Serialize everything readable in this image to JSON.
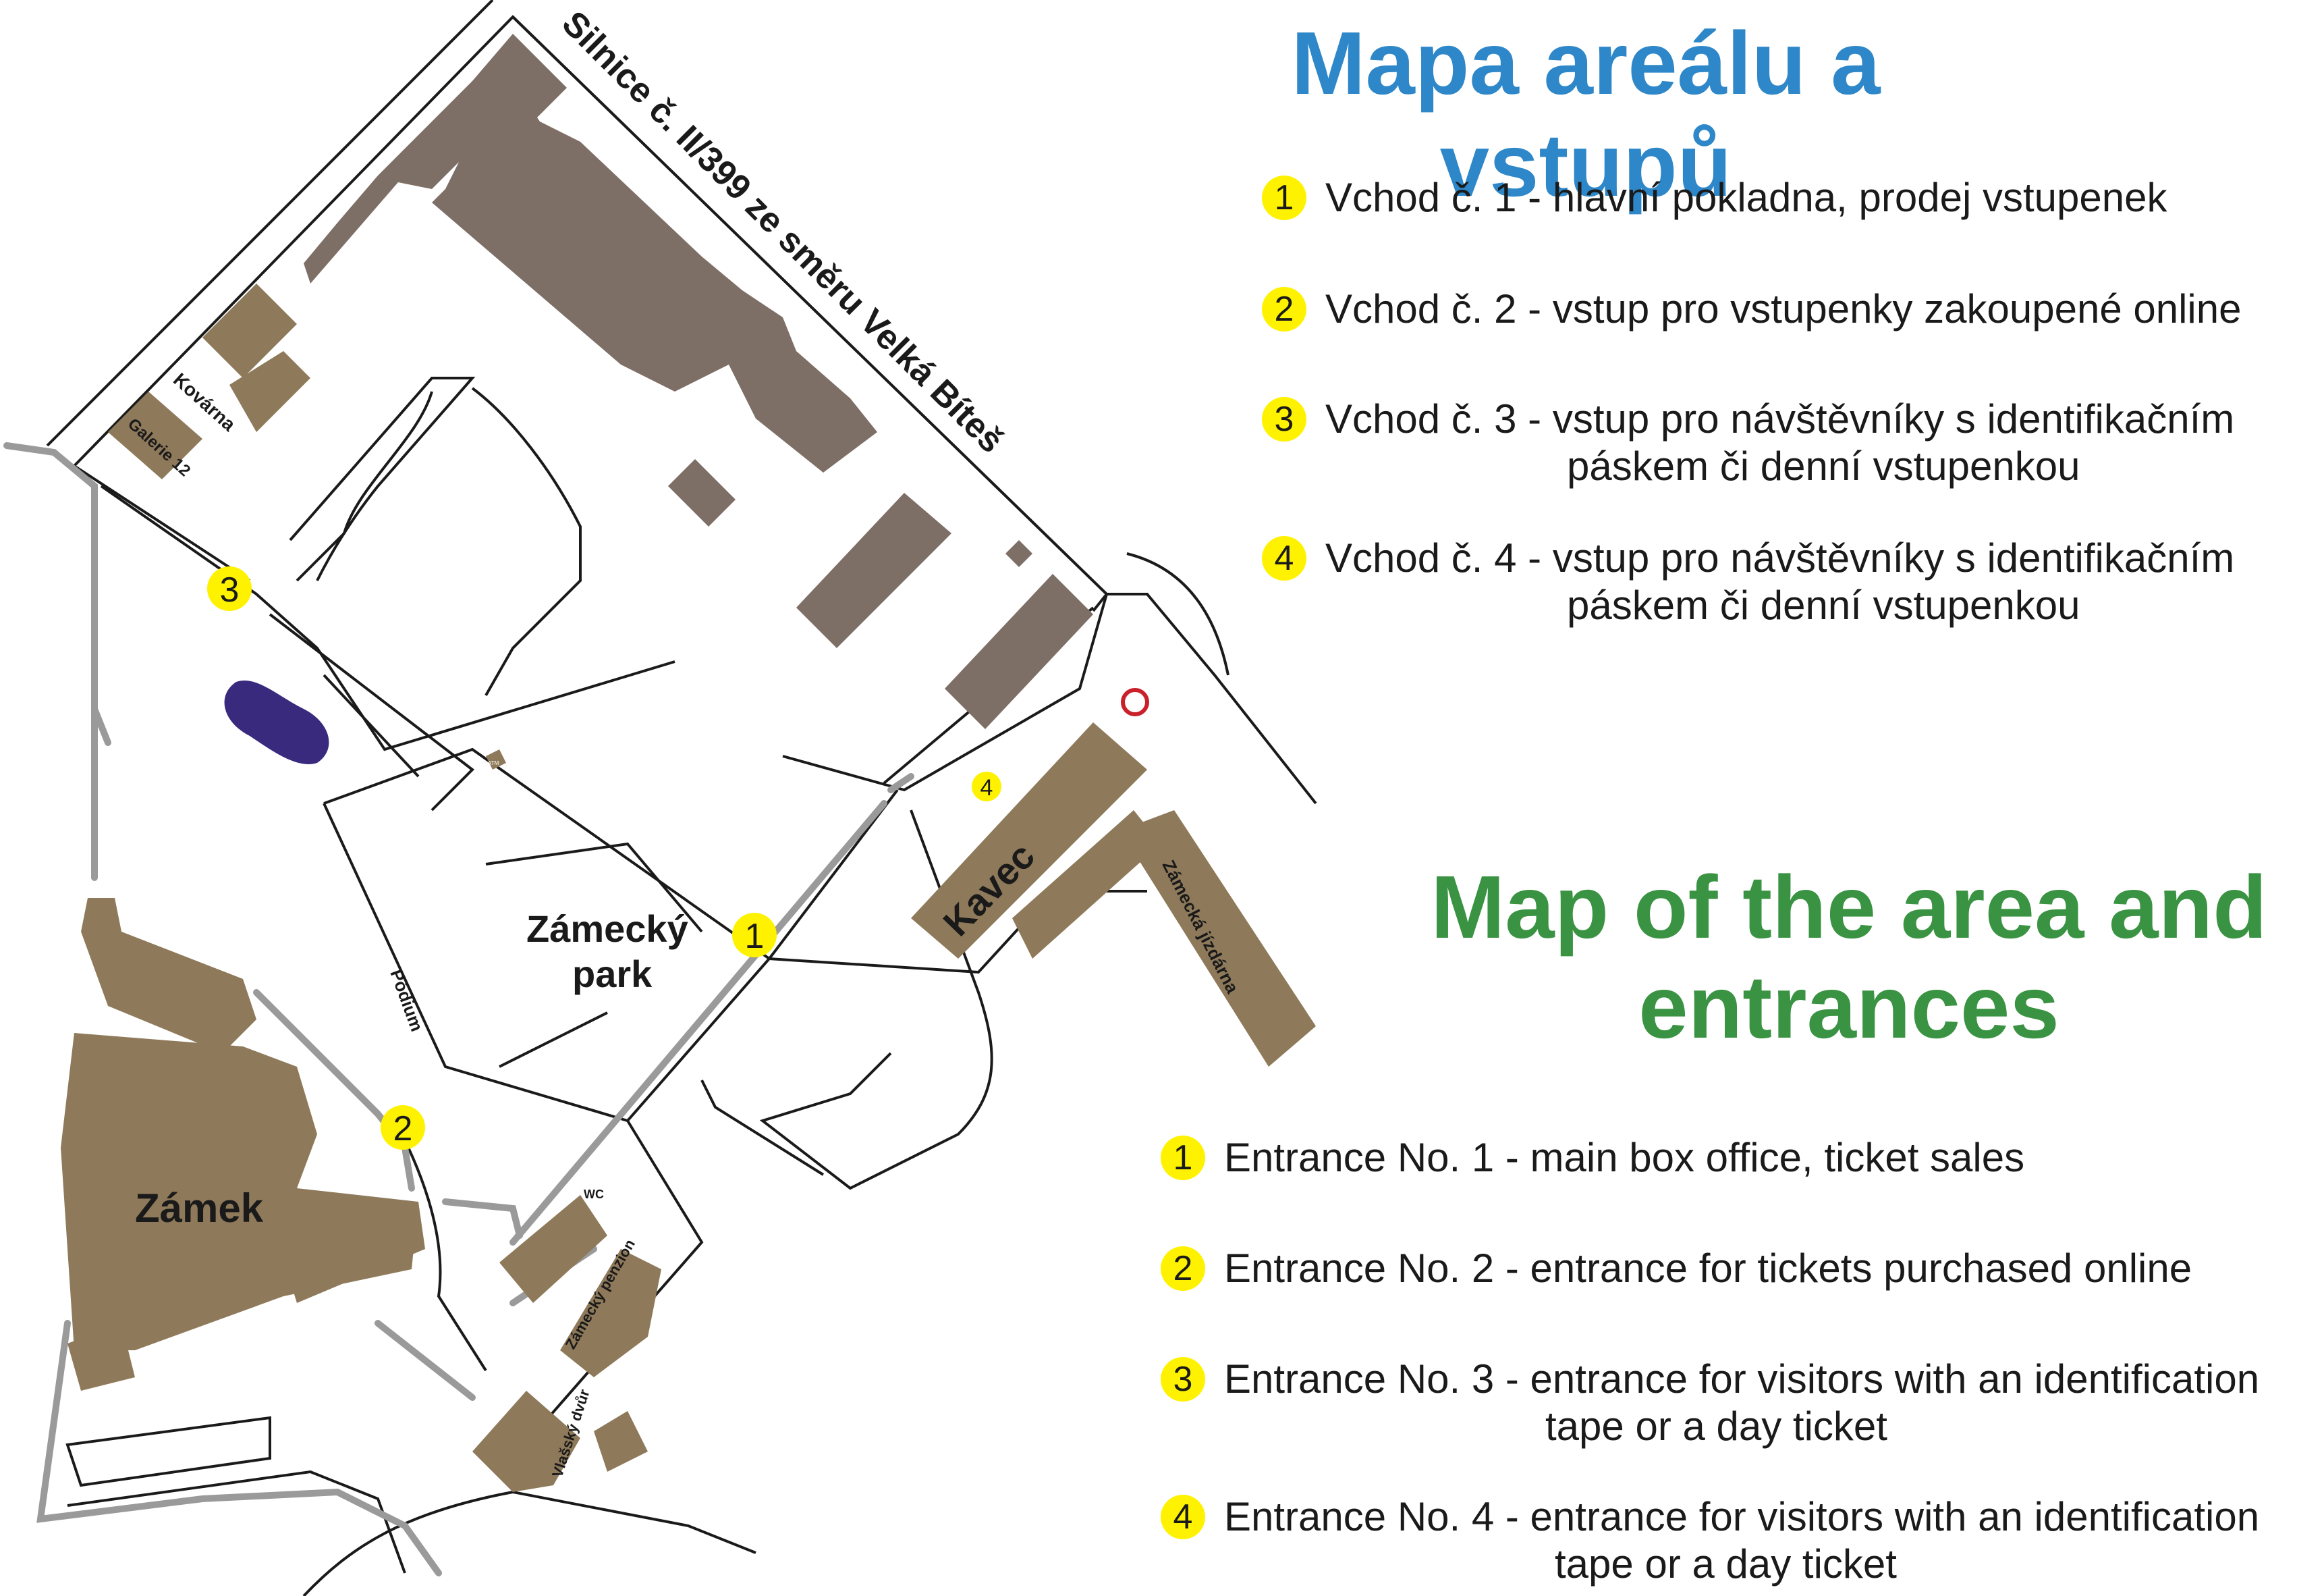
{
  "title_cz": "Mapa areálu a vstupů",
  "title_en_line1": "Map of the area and",
  "title_en_line2": "entrances",
  "road_label": "Silnice č. II/399 ze směru Velká Bíteš",
  "map_labels": {
    "kovarna": "Kovárna",
    "galerie": "Galerie 12",
    "zamecky_park_1": "Zámecký",
    "zamecky_park_2": "park",
    "podium": "Pódium",
    "zamek": "Zámek",
    "kavec": "Kavec",
    "zamecka_jizdarna": "Zámecká jízdárna",
    "wc": "WC",
    "zamecky_penzion": "Zámecký penzion",
    "vlassky_dvur": "Vlašský dvůr",
    "atm": "ATM"
  },
  "entrance_markers": [
    "1",
    "2",
    "3",
    "4"
  ],
  "legend_cz": [
    {
      "num": "1",
      "line1": "Vchod č. 1 - hlavní pokladna, prodej vstupenek",
      "line2": ""
    },
    {
      "num": "2",
      "line1": "Vchod č. 2 - vstup pro vstupenky zakoupené online",
      "line2": ""
    },
    {
      "num": "3",
      "line1": "Vchod č. 3 - vstup pro návštěvníky s identifikačním",
      "line2": "páskem či denní vstupenkou"
    },
    {
      "num": "4",
      "line1": "Vchod č. 4 - vstup pro návštěvníky s identifikačním",
      "line2": "páskem či denní vstupenkou"
    }
  ],
  "legend_en": [
    {
      "num": "1",
      "line1": "Entrance No. 1 - main box office, ticket sales",
      "line2": ""
    },
    {
      "num": "2",
      "line1": "Entrance No. 2 - entrance for tickets purchased online",
      "line2": ""
    },
    {
      "num": "3",
      "line1": "Entrance No. 3 - entrance for visitors with an identification",
      "line2": "tape or a day ticket"
    },
    {
      "num": "4",
      "line1": "Entrance No. 4 - entrance for visitors with an identification",
      "line2": "tape or a day ticket"
    }
  ],
  "colors": {
    "building_gray": "#7d6e66",
    "building_tan": "#8e7a5a",
    "marker_yellow": "#fff200",
    "pond": "#3a2a7e",
    "path_gray": "#9a9a9a",
    "title_blue": "#2e87c8",
    "title_green": "#3a9342"
  }
}
